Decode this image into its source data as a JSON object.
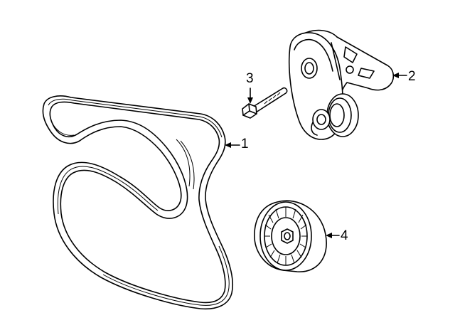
{
  "callouts": [
    {
      "id": "1",
      "label": "1",
      "part": "serpentine-belt"
    },
    {
      "id": "2",
      "label": "2",
      "part": "belt-tensioner"
    },
    {
      "id": "3",
      "label": "3",
      "part": "tensioner-bolt"
    },
    {
      "id": "4",
      "label": "4",
      "part": "idler-pulley"
    }
  ],
  "colors": {
    "line": "#000000",
    "background": "#ffffff"
  }
}
